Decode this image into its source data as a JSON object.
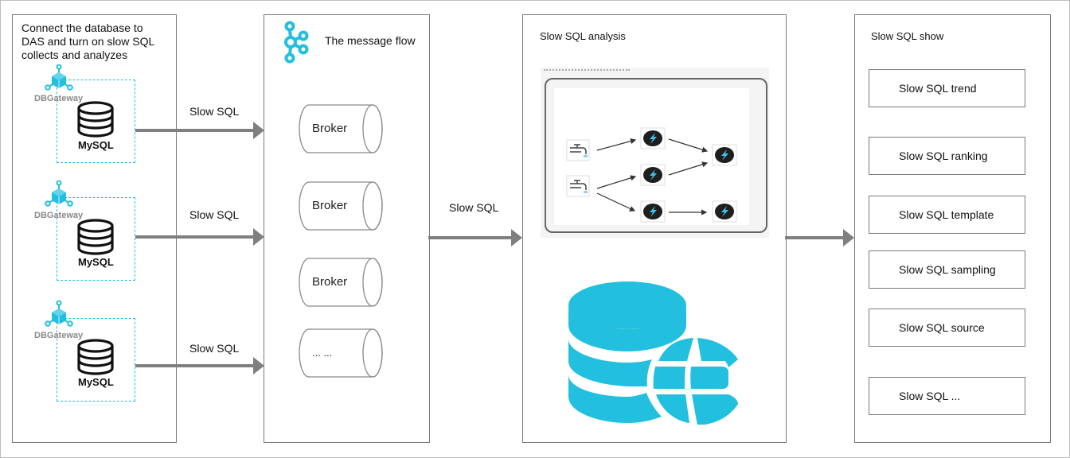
{
  "diagram": {
    "colors": {
      "accent": "#22bfde",
      "arrow": "#7f7f7f",
      "border": "#7a7a7a",
      "database_icon": "#22bfde"
    },
    "source_panel": {
      "title_lines": [
        "Connect the database to",
        "DAS and turn on slow SQL",
        "collects and analyzes"
      ],
      "nodes": [
        {
          "gateway_label": "DBGateway",
          "db_label": "MySQL",
          "icon": "database-icon"
        },
        {
          "gateway_label": "DBGateway",
          "db_label": "MySQL",
          "icon": "database-icon"
        },
        {
          "gateway_label": "DBGateway",
          "db_label": "MySQL",
          "icon": "database-icon"
        }
      ],
      "arrow_labels": [
        "Slow SQL",
        "Slow SQL",
        "Slow SQL"
      ]
    },
    "message_panel": {
      "title": "The message flow",
      "icon": "kafka-icon",
      "brokers": [
        "Broker",
        "Broker",
        "Broker",
        "... ..."
      ]
    },
    "middle_arrow_label": "Slow SQL",
    "analysis_panel": {
      "title": "Slow SQL analysis",
      "flow_icons": [
        "faucet-icon",
        "faucet-icon",
        "bolt-icon",
        "bolt-icon",
        "bolt-icon",
        "bolt-icon",
        "bolt-icon"
      ],
      "database_icon": "database-globe-icon"
    },
    "show_panel": {
      "title": "Slow SQL show",
      "items": [
        "Slow SQL trend",
        "Slow SQL ranking",
        "Slow SQL template",
        "Slow SQL sampling",
        "Slow SQL source",
        "Slow SQL ..."
      ]
    }
  }
}
